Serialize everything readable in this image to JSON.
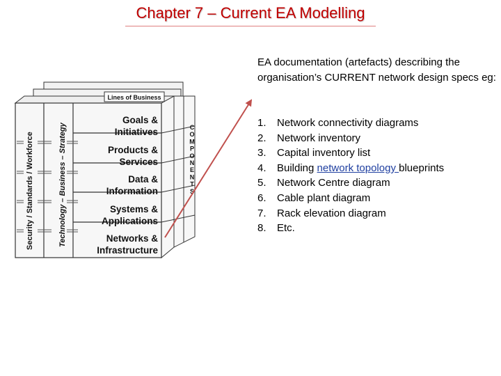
{
  "slide": {
    "title": "Chapter 7 – Current EA Modelling",
    "intro": "EA documentation (artefacts) describing the organisation’s CURRENT network design specs eg:",
    "items": [
      {
        "num": "1.",
        "text": "Network connectivity diagrams"
      },
      {
        "num": "2.",
        "text": "Network inventory"
      },
      {
        "num": "3.",
        "text": "Capital inventory list"
      },
      {
        "num": "4.",
        "pre": "Building ",
        "link": "network topology ",
        "post": "blueprints"
      },
      {
        "num": "5.",
        "text": "Network Centre diagram"
      },
      {
        "num": "6.",
        "text": "Cable plant diagram"
      },
      {
        "num": "7.",
        "text": "Rack elevation diagram"
      },
      {
        "num": "8.",
        "text": "Etc."
      }
    ]
  },
  "cube": {
    "top_label": "Lines of Business",
    "layers": [
      {
        "line1": "Goals &",
        "line2": "Initiatives"
      },
      {
        "line1": "Products &",
        "line2": "Services"
      },
      {
        "line1": "Data &",
        "line2": "Information"
      },
      {
        "line1": "Systems &",
        "line2": "Applications"
      },
      {
        "line1": "Networks &",
        "line2": "Infrastructure"
      }
    ],
    "left_label_outer": "Security / Standards / Workforce",
    "left_label_inner": "Technology – Business – Strategy",
    "side_letters": [
      "C",
      "O",
      "M",
      "P",
      "O",
      "N",
      "E",
      "N",
      "T",
      "S"
    ]
  },
  "colors": {
    "title": "#c00000",
    "arrow": "#c0504d",
    "link": "#1f3fa0"
  }
}
